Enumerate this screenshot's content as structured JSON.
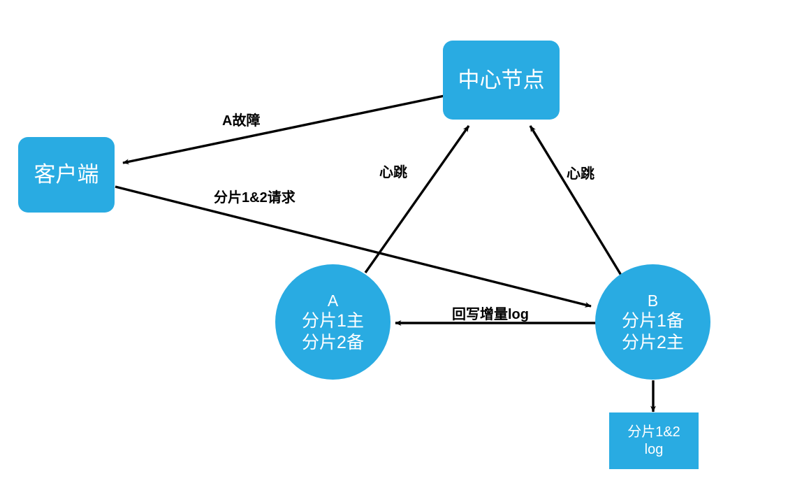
{
  "diagram": {
    "title": "",
    "colors": {
      "node_fill": "#29ABE2",
      "node_text": "#FFFFFF",
      "edge": "#000000",
      "label_text": "#000000",
      "background": "#FFFFFF"
    },
    "nodes": [
      {
        "id": "center",
        "shape": "rounded-rect",
        "lines": [
          "中心节点"
        ]
      },
      {
        "id": "client",
        "shape": "rounded-rect",
        "lines": [
          "客户端"
        ]
      },
      {
        "id": "a",
        "shape": "circle",
        "lines": [
          "A",
          "分片1主",
          "分片2备"
        ]
      },
      {
        "id": "b",
        "shape": "circle",
        "lines": [
          "B",
          "分片1备",
          "分片2主"
        ]
      },
      {
        "id": "log",
        "shape": "rect",
        "lines": [
          "分片1&2",
          "log"
        ]
      }
    ],
    "edges": [
      {
        "id": "center-to-client",
        "from": "center",
        "to": "client",
        "label": "A故障",
        "arrow": "to"
      },
      {
        "id": "client-to-b",
        "from": "client",
        "to": "b",
        "label": "分片1&2请求",
        "arrow": "to"
      },
      {
        "id": "a-to-center",
        "from": "a",
        "to": "center",
        "label": "心跳",
        "arrow": "to"
      },
      {
        "id": "b-to-center",
        "from": "b",
        "to": "center",
        "label": "心跳",
        "arrow": "to"
      },
      {
        "id": "b-to-a",
        "from": "b",
        "to": "a",
        "label": "回写增量log",
        "arrow": "to"
      },
      {
        "id": "b-to-log",
        "from": "b",
        "to": "log",
        "label": "",
        "arrow": "to"
      }
    ]
  }
}
